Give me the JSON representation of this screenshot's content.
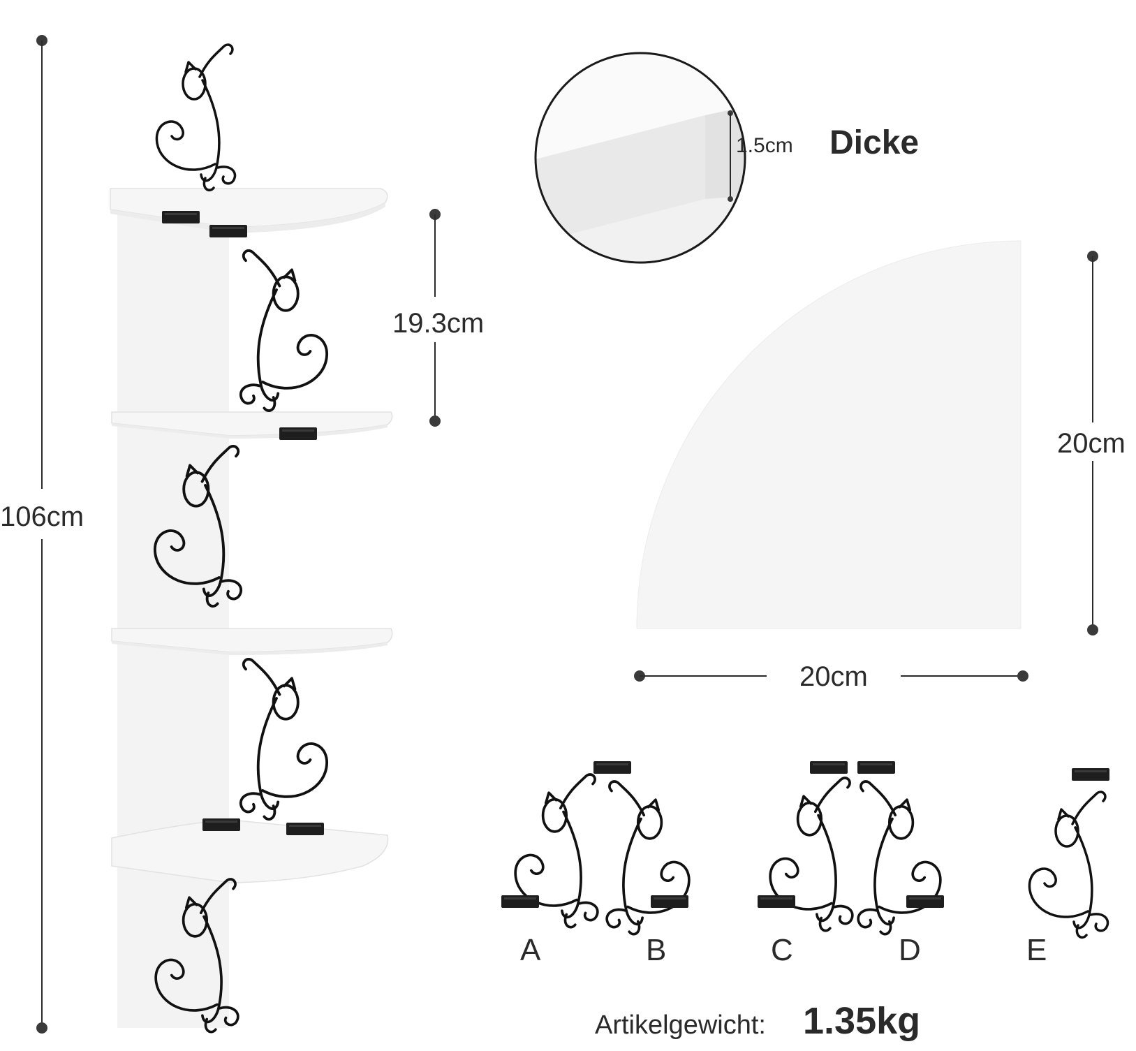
{
  "dimensions": {
    "total_height": "106cm",
    "shelf_spacing": "19.3cm",
    "thickness_value": "1.5cm",
    "thickness_label": "Dicke",
    "shelf_depth": "20cm",
    "shelf_width": "20cm"
  },
  "bracket_types": [
    "A",
    "B",
    "C",
    "D",
    "E"
  ],
  "weight": {
    "label": "Artikelgewicht:",
    "value": "1.35kg"
  },
  "colors": {
    "shelf": "#f6f6f6",
    "metal": "#111111",
    "text": "#2a2a2a"
  }
}
